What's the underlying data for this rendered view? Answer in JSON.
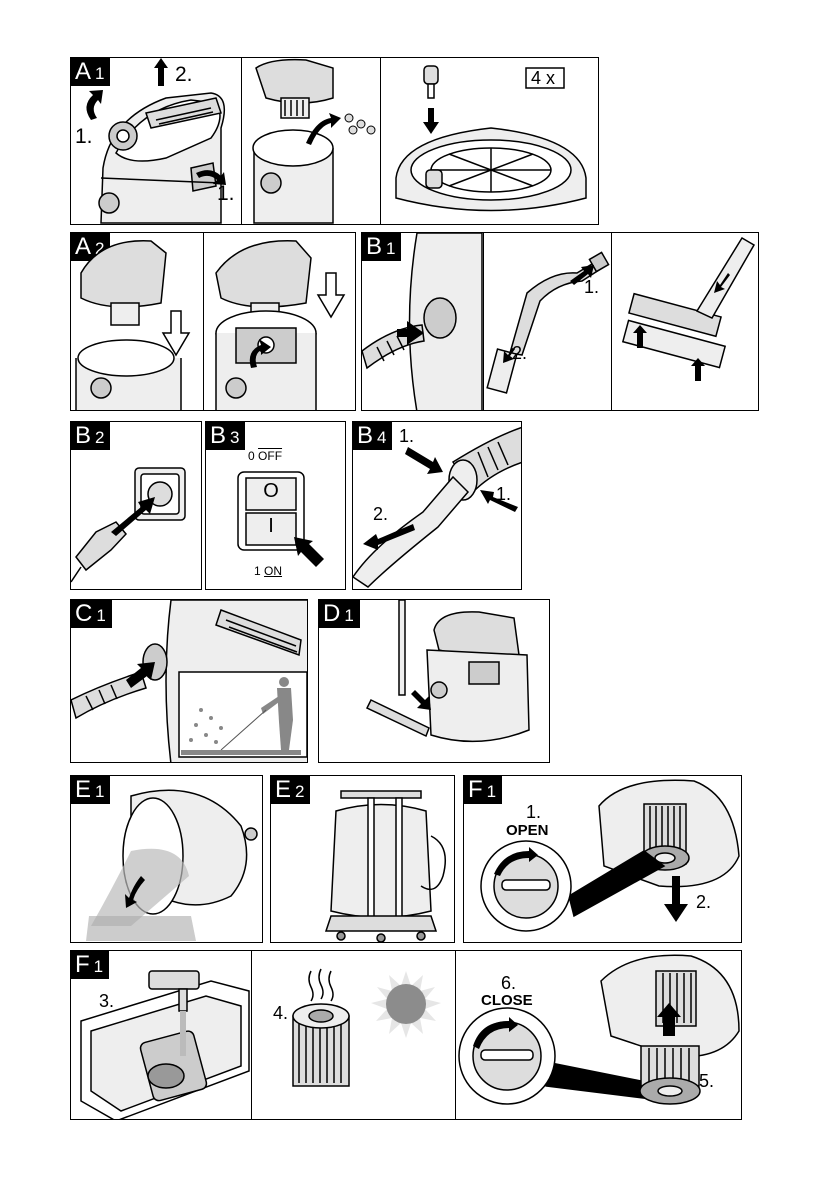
{
  "panels": {
    "a1": {
      "letter": "A",
      "number": "1",
      "steps": [
        "2.",
        "1.",
        "1."
      ],
      "count_label": "4 x"
    },
    "a2": {
      "letter": "A",
      "number": "2"
    },
    "b1": {
      "letter": "B",
      "number": "1",
      "steps": [
        "1.",
        "2."
      ]
    },
    "b2": {
      "letter": "B",
      "number": "2"
    },
    "b3": {
      "letter": "B",
      "number": "3",
      "off_number": "0",
      "off_label": "OFF",
      "on_number": "1",
      "on_label": "ON",
      "off_symbol": "O",
      "on_symbol": "I"
    },
    "b4": {
      "letter": "B",
      "number": "4",
      "steps": [
        "1.",
        "1.",
        "2."
      ]
    },
    "c1": {
      "letter": "C",
      "number": "1"
    },
    "d1": {
      "letter": "D",
      "number": "1"
    },
    "e1": {
      "letter": "E",
      "number": "1"
    },
    "e2": {
      "letter": "E",
      "number": "2"
    },
    "f1_top": {
      "letter": "F",
      "number": "1",
      "step1": "1.",
      "open_label": "OPEN",
      "step2": "2."
    },
    "f1_bottom": {
      "letter": "F",
      "number": "1",
      "step3": "3.",
      "step4": "4.",
      "step6": "6.",
      "close_label": "CLOSE",
      "step5": "5."
    }
  },
  "colors": {
    "ink": "#000000",
    "paper": "#ffffff",
    "light_gray": "#dcdcdc",
    "mid_gray": "#a8a8a8",
    "sun_gray": "#8c8c8c"
  },
  "icons": [
    "vacuum-head-icon",
    "caster-wheel-icon",
    "arrow-icon",
    "plug-socket-icon",
    "power-switch-icon",
    "hose-icon",
    "floor-nozzle-icon",
    "filter-cartridge-icon",
    "tap-icon",
    "sun-icon",
    "rotate-arrow-icon"
  ]
}
